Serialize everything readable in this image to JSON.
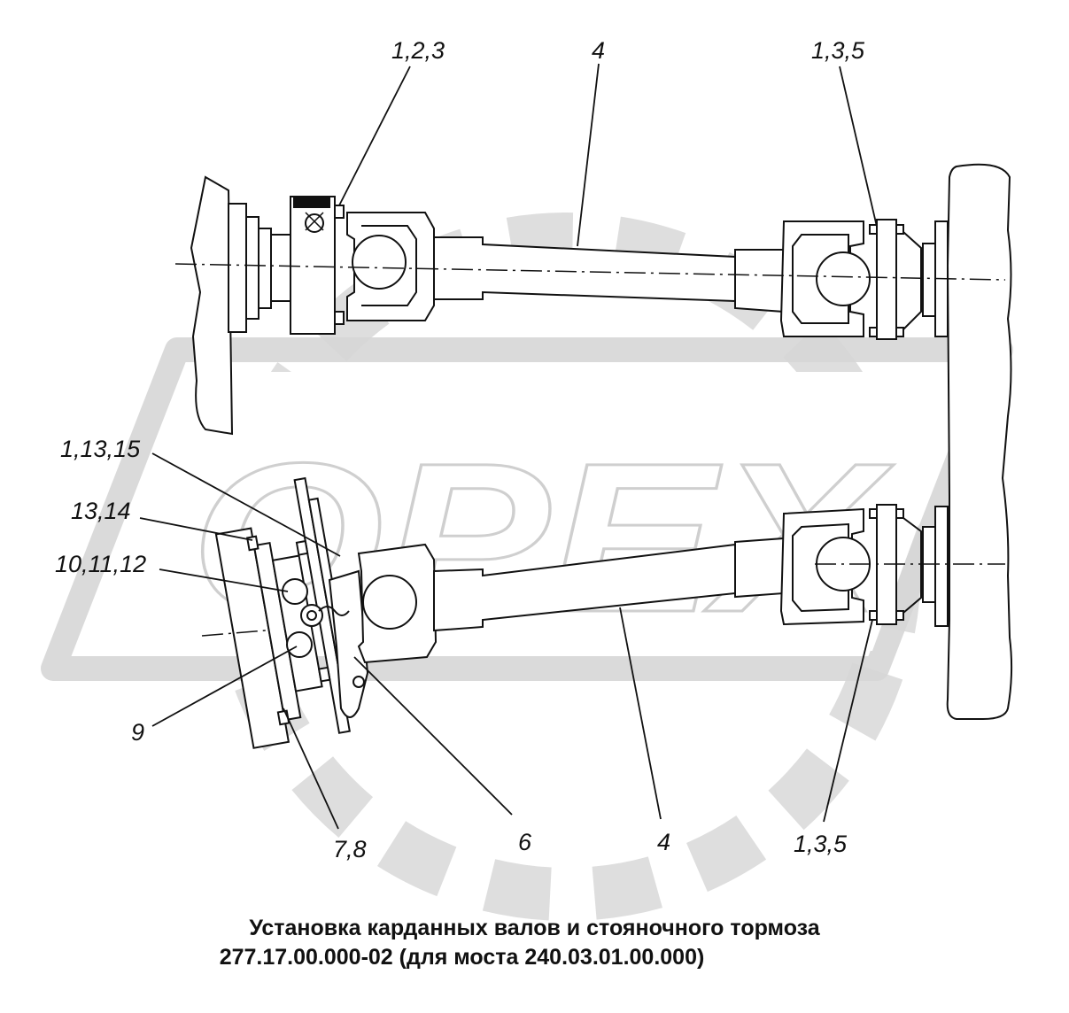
{
  "watermark": {
    "text": "OPEX",
    "color": "#d9d9d9"
  },
  "callouts": {
    "top_left_joint": "1,2,3",
    "top_shaft": "4",
    "top_right_flange": "1,3,5",
    "brake_bolts": "1,13,15",
    "brake_mount": "13,14",
    "brake_lever_parts": "10,11,12",
    "brake_shoe": "9",
    "brake_drum": "7,8",
    "brake_lever": "6",
    "bottom_shaft": "4",
    "bottom_right_flange": "1,3,5"
  },
  "caption": {
    "line1": "Установка карданных валов и стояночного тормоза",
    "line2": "277.17.00.000-02 (для моста 240.03.01.00.000)"
  }
}
